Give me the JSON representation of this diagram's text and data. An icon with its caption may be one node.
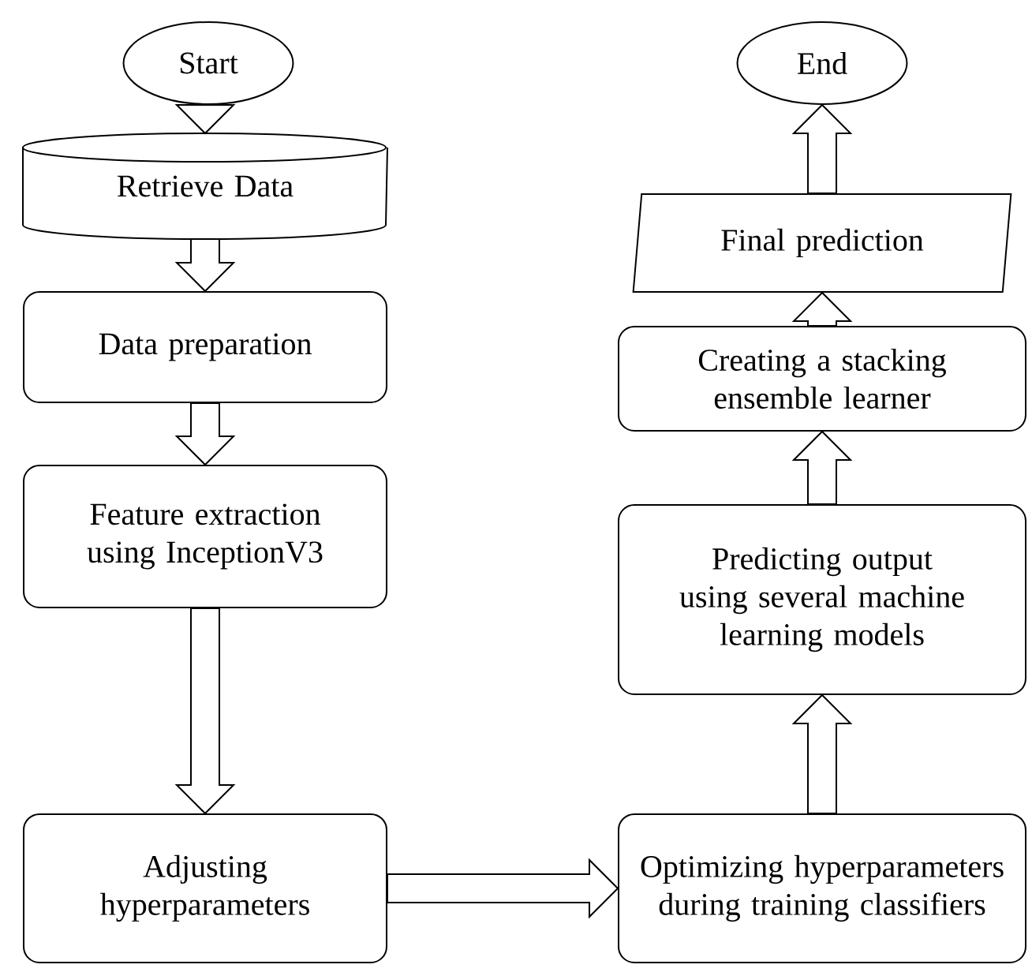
{
  "diagram": {
    "nodes": [
      {
        "text": [
          "Start"
        ]
      },
      {
        "text": [
          "Retrieve Data"
        ]
      },
      {
        "text": [
          "Data preparation"
        ]
      },
      {
        "text": [
          "Feature extraction using InceptionV3"
        ]
      },
      {
        "text": [
          "Adjusting hyperparameters"
        ]
      },
      {
        "text": [
          "Optimizing hyperparameters during training classifiers"
        ]
      },
      {
        "text": [
          "Predicting output using several machine learning models"
        ]
      },
      {
        "text": [
          "Creating a stacking ensemble learner"
        ]
      },
      {
        "text": [
          "Final prediction"
        ]
      },
      {
        "text": [
          "End"
        ]
      }
    ],
    "edges": [
      {
        "from": 0,
        "to": 1,
        "arrow": "to"
      },
      {
        "from": 1,
        "to": 2,
        "arrow": "to"
      },
      {
        "from": 2,
        "to": 3,
        "arrow": "to"
      },
      {
        "from": 3,
        "to": 4,
        "arrow": "to"
      },
      {
        "from": 4,
        "to": 5,
        "arrow": "to"
      },
      {
        "from": 5,
        "to": 6,
        "arrow": "to"
      },
      {
        "from": 6,
        "to": 7,
        "arrow": "to"
      },
      {
        "from": 7,
        "to": 8,
        "arrow": "to"
      },
      {
        "from": 8,
        "to": 9,
        "arrow": "to"
      }
    ]
  }
}
